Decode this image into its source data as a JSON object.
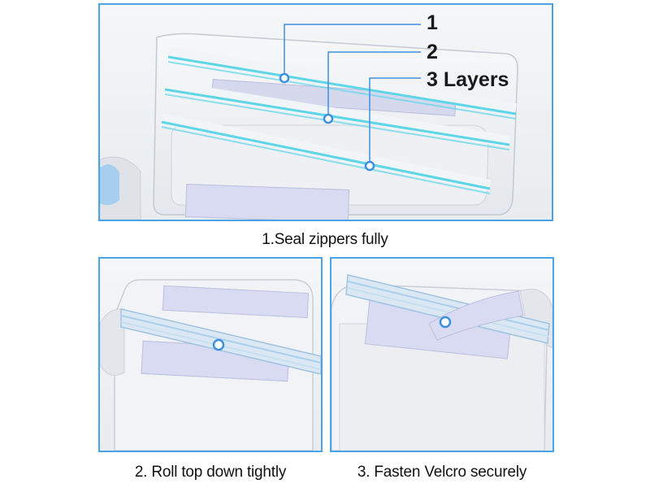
{
  "layers": {
    "label_1": "1",
    "label_2": "2",
    "label_3": "3 Layers"
  },
  "steps": [
    {
      "caption": "1.Seal zippers fully"
    },
    {
      "caption": "2. Roll top down tightly"
    },
    {
      "caption": "3. Fasten Velcro securely"
    }
  ],
  "colors": {
    "frame": "#4aa3e6",
    "zipper": "#5fd6e8",
    "velcro": "#d8dbf2",
    "marker": "#3d8fe0"
  }
}
